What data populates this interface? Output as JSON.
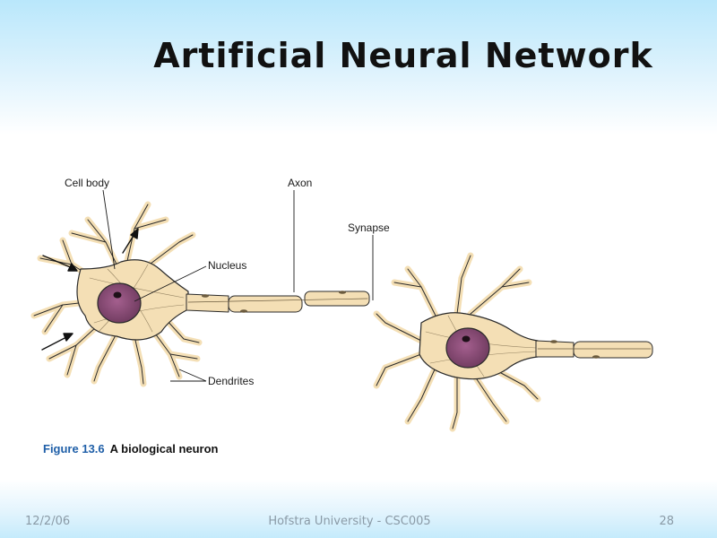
{
  "slide": {
    "title": "Artificial Neural Network"
  },
  "figure": {
    "labels": {
      "cell_body": "Cell body",
      "axon": "Axon",
      "synapse": "Synapse",
      "nucleus": "Nucleus",
      "dendrites": "Dendrites"
    },
    "caption_number": "Figure 13.6",
    "caption_text": "A biological neuron"
  },
  "footer": {
    "date": "12/2/06",
    "center": "Hofstra University - CSC005",
    "page": "28"
  },
  "colors": {
    "cell": "#f4dfb5",
    "nucleus": "#8d4d78",
    "caption_accent": "#1f5fa8"
  }
}
